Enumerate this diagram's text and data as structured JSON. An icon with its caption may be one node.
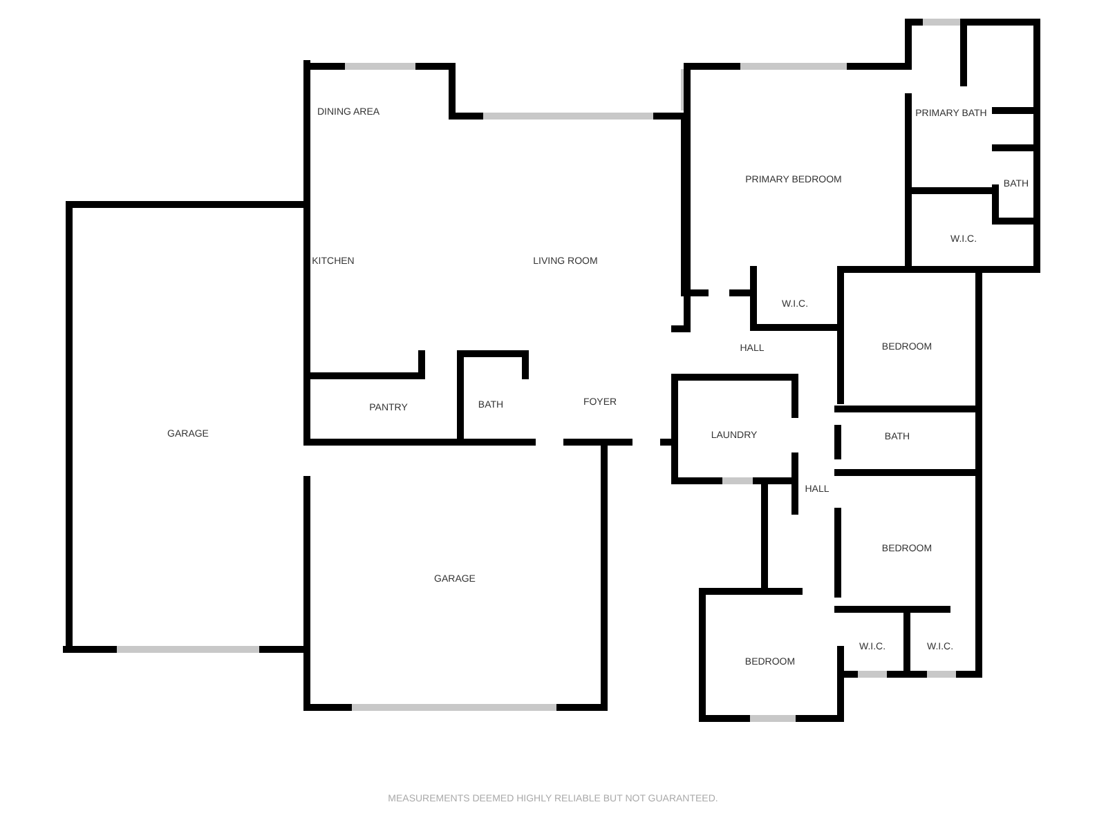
{
  "diagram": {
    "labels": [
      "PRIMARY BATH",
      "DINING AREA",
      "PRIMARY BEDROOM",
      "BATH",
      "W.I.C.",
      "KITCHEN",
      "LIVING ROOM",
      "W.I.C.",
      "BEDROOM",
      "HALL",
      "PANTRY",
      "FOYER",
      "BATH",
      "GARAGE",
      "LAUNDRY",
      "BATH",
      "HALL",
      "BEDROOM",
      "GARAGE",
      "W.I.C.",
      "W.I.C.",
      "BEDROOM",
      "MEASUREMENTS DEEMED HIGHLY RELIABLE BUT NOT GUARANTEED."
    ]
  }
}
